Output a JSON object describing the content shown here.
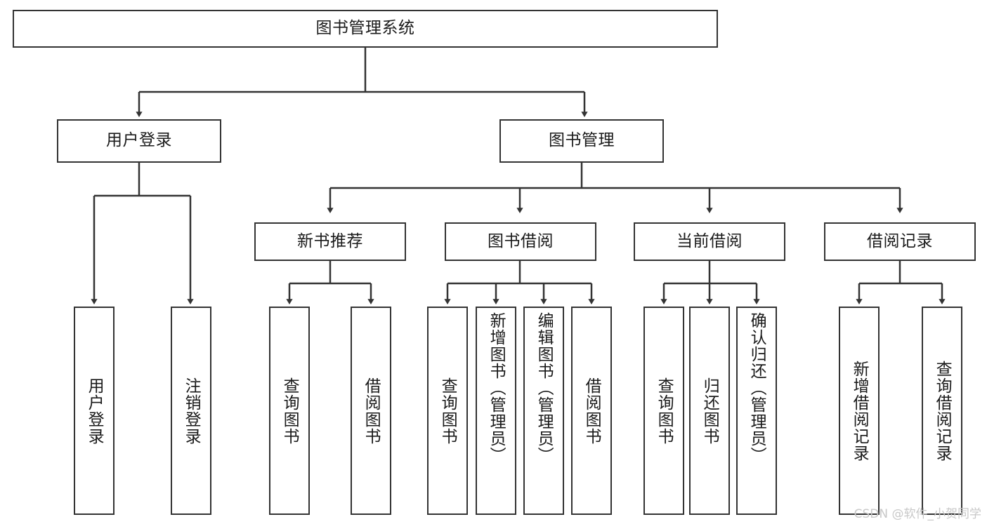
{
  "diagram": {
    "type": "tree-hierarchy",
    "title": "图书管理系统",
    "watermark": "CSDN @软件_小贺同学",
    "colors": {
      "stroke": "#333333",
      "fill": "#ffffff",
      "text": "#1a1a1a",
      "watermark": "#c8c8c8"
    },
    "levels": {
      "root": {
        "label": "图书管理系统",
        "orientation": "horizontal"
      },
      "level2": [
        {
          "id": "user-login",
          "label": "用户登录",
          "orientation": "horizontal"
        },
        {
          "id": "book-management",
          "label": "图书管理",
          "orientation": "horizontal"
        }
      ],
      "level3": [
        {
          "id": "new-book-recommend",
          "label": "新书推荐",
          "orientation": "horizontal",
          "parent": "book-management"
        },
        {
          "id": "book-borrow",
          "label": "图书借阅",
          "orientation": "horizontal",
          "parent": "book-management"
        },
        {
          "id": "current-borrow",
          "label": "当前借阅",
          "orientation": "horizontal",
          "parent": "book-management"
        },
        {
          "id": "borrow-record",
          "label": "借阅记录",
          "orientation": "horizontal",
          "parent": "book-management"
        }
      ],
      "leaves": [
        {
          "id": "leaf-user-login",
          "label": "用户登录",
          "orientation": "vertical",
          "parent": "user-login"
        },
        {
          "id": "leaf-user-logout",
          "label": "注销登录",
          "orientation": "vertical",
          "parent": "user-login"
        },
        {
          "id": "leaf-query-book-1",
          "label": "查询图书",
          "orientation": "vertical",
          "parent": "new-book-recommend"
        },
        {
          "id": "leaf-borrow-book-1",
          "label": "借阅图书",
          "orientation": "vertical",
          "parent": "new-book-recommend"
        },
        {
          "id": "leaf-query-book-2",
          "label": "查询图书",
          "orientation": "vertical",
          "parent": "book-borrow"
        },
        {
          "id": "leaf-add-book",
          "label": "新增图书（管理员）",
          "orientation": "vertical",
          "parent": "book-borrow"
        },
        {
          "id": "leaf-edit-book",
          "label": "编辑图书（管理员）",
          "orientation": "vertical",
          "parent": "book-borrow"
        },
        {
          "id": "leaf-borrow-book-2",
          "label": "借阅图书",
          "orientation": "vertical",
          "parent": "book-borrow"
        },
        {
          "id": "leaf-query-book-3",
          "label": "查询图书",
          "orientation": "vertical",
          "parent": "current-borrow"
        },
        {
          "id": "leaf-return-book",
          "label": "归还图书",
          "orientation": "vertical",
          "parent": "current-borrow"
        },
        {
          "id": "leaf-confirm-return",
          "label": "确认归还（管理员）",
          "orientation": "vertical",
          "parent": "current-borrow"
        },
        {
          "id": "leaf-add-record",
          "label": "新增借阅记录",
          "orientation": "vertical",
          "parent": "borrow-record"
        },
        {
          "id": "leaf-query-record",
          "label": "查询借阅记录",
          "orientation": "vertical",
          "parent": "borrow-record"
        }
      ]
    }
  }
}
